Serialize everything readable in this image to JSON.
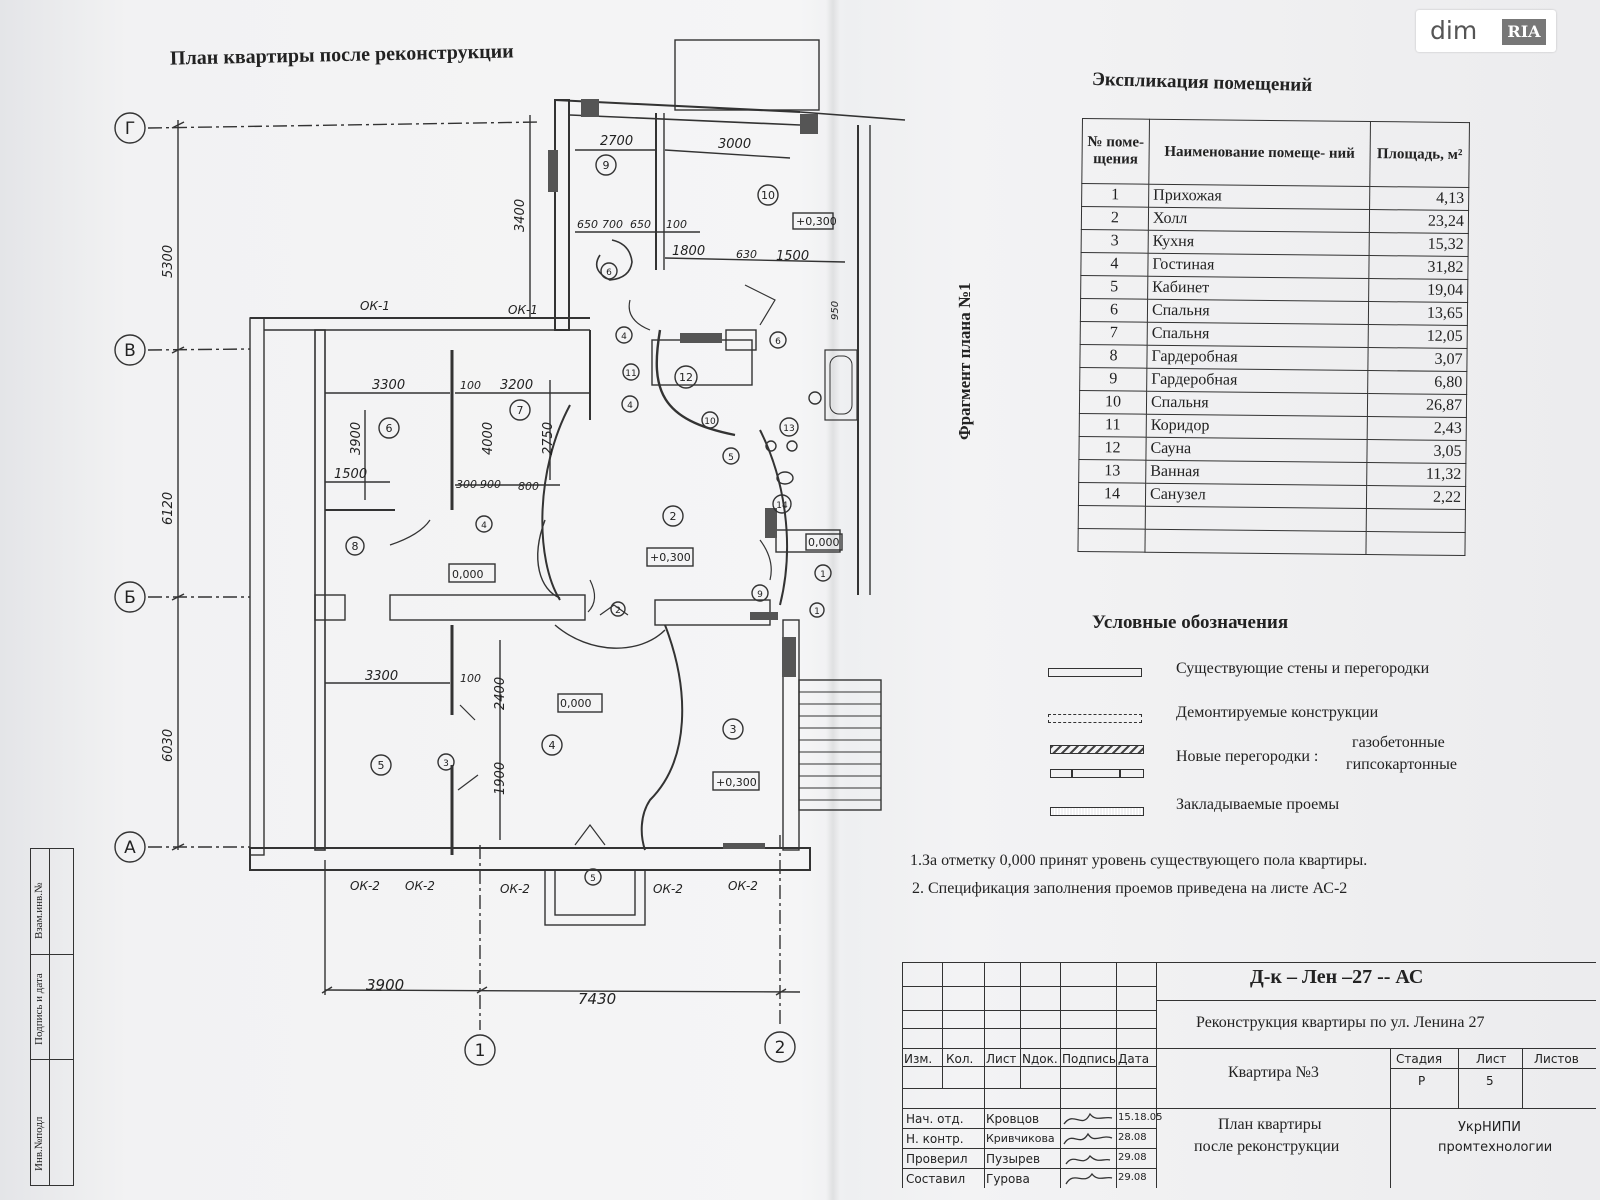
{
  "watermark": {
    "dim": "dim",
    "ria": "RIA"
  },
  "plan": {
    "title": "План квартиры после реконструкции",
    "fragment_label": "Фрагмент плана №1",
    "axes": [
      "Г",
      "В",
      "Б",
      "А",
      "1",
      "2"
    ],
    "dims": {
      "d5300": "5300",
      "d6120": "6120",
      "d6030": "6030",
      "d3400": "3400",
      "d2700": "2700",
      "d3000": "3000",
      "d650": "650",
      "d700": "700",
      "d650b": "650",
      "d100a": "100",
      "d1800": "1800",
      "d630": "630",
      "d1500": "1500",
      "d950": "950",
      "d3300": "3300",
      "d100b": "100",
      "d3200": "3200",
      "d3900": "3900",
      "d4000": "4000",
      "d2750": "2750",
      "d1500b": "1500",
      "d300": "300",
      "d900": "900",
      "d800": "800",
      "d3300b": "3300",
      "d100c": "100",
      "d2400": "2400",
      "d1900": "1900",
      "d3900b": "3900",
      "d7430": "7430"
    },
    "openings": [
      "ОК-1",
      "ОК-1",
      "ОК-2",
      "ОК-2",
      "ОК-2",
      "ОК-2",
      "ОК-2"
    ],
    "levels": [
      "+0,300",
      "+0,300",
      "0,000",
      "0,000",
      "+0,300",
      "0,000"
    ],
    "rooms": [
      "9",
      "10",
      "6",
      "4",
      "12",
      "6",
      "11",
      "4",
      "10",
      "13",
      "5",
      "14",
      "6",
      "7",
      "8",
      "4",
      "2",
      "1",
      "2",
      "9",
      "5",
      "4",
      "3",
      "3",
      "5",
      "1"
    ]
  },
  "explication": {
    "title": "Экспликация помещений",
    "headers": {
      "num": "№ поме- щения",
      "name": "Наименование помеще- ний",
      "area": "Площадь, м²"
    },
    "rows": [
      {
        "num": "1",
        "name": "Прихожая",
        "area": "4,13"
      },
      {
        "num": "2",
        "name": "Холл",
        "area": "23,24"
      },
      {
        "num": "3",
        "name": "Кухня",
        "area": "15,32"
      },
      {
        "num": "4",
        "name": "Гостиная",
        "area": "31,82"
      },
      {
        "num": "5",
        "name": "Кабинет",
        "area": "19,04"
      },
      {
        "num": "6",
        "name": "Спальня",
        "area": "13,65"
      },
      {
        "num": "7",
        "name": "Спальня",
        "area": "12,05"
      },
      {
        "num": "8",
        "name": "Гардеробная",
        "area": "3,07"
      },
      {
        "num": "9",
        "name": "Гардеробная",
        "area": "6,80"
      },
      {
        "num": "10",
        "name": "Спальня",
        "area": "26,87"
      },
      {
        "num": "11",
        "name": "Коридор",
        "area": "2,43"
      },
      {
        "num": "12",
        "name": "Сауна",
        "area": "3,05"
      },
      {
        "num": "13",
        "name": "Ванная",
        "area": "11,32"
      },
      {
        "num": "14",
        "name": "Санузел",
        "area": "2,22"
      }
    ]
  },
  "legend": {
    "title": "Условные обозначения",
    "existing": "Существующие стены и перегородки",
    "demolished": "Демонтируемые конструкции",
    "new_partitions": "Новые перегородки :",
    "gas_concrete": "газобетонные",
    "gypsum": "гипсокартонные",
    "filled": "Закладываемые проемы"
  },
  "notes": {
    "n1": "1.За отметку 0,000 принят уровень существующего пола квартиры.",
    "n2": "2. Спецификация заполнения проемов приведена на листе АС-2"
  },
  "stamp": {
    "code": "Д-к – Лен –27 -- АС",
    "project": "Реконструкция квартиры по ул. Ленина 27",
    "object": "Квартира №3",
    "sheet_name_1": "План квартиры",
    "sheet_name_2": "после реконструкции",
    "org_1": "УкрНИПИ",
    "org_2": "промтехнологии",
    "cols": {
      "izm": "Изм.",
      "kol": "Кол.",
      "list": "Лист",
      "ndok": "Nдок.",
      "podpis": "Подпись",
      "data": "Дата"
    },
    "stage_h": "Стадия",
    "list_h": "Лист",
    "listov_h": "Листов",
    "stage": "Р",
    "list": "5",
    "roles": [
      {
        "role": "Нач. отд.",
        "name": "Кровцов",
        "date": "15.18.05"
      },
      {
        "role": "Н. контр.",
        "name": "Кривчикова",
        "date": "28.08"
      },
      {
        "role": "Проверил",
        "name": "Пузырев",
        "date": "29.08"
      },
      {
        "role": "Составил",
        "name": "Гурова",
        "date": "29.08"
      }
    ]
  },
  "sidebox": {
    "a": "Взам.инв.№",
    "b": "Подпись и дата",
    "c": "Инв.№подл"
  }
}
